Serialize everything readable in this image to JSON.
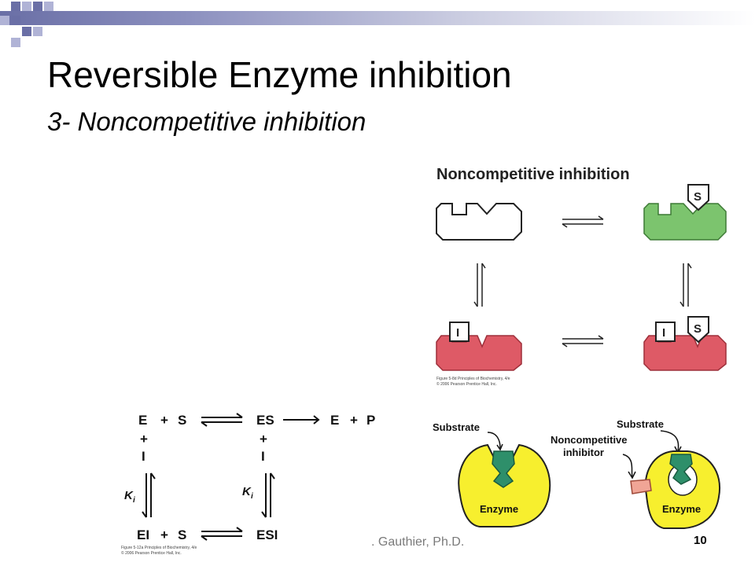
{
  "slide": {
    "title": "Reversible Enzyme inhibition",
    "subtitle": "3- Noncompetitive inhibition",
    "page_number": "10",
    "footer_author": ". Gauthier, Ph.D."
  },
  "figure_top": {
    "heading": "Noncompetitive inhibition",
    "substrate_symbol": "S",
    "inhibitor_symbol": "I",
    "caption_line1": "Figure 5-8d Principles of Biochemistry, 4/e",
    "caption_line2": "© 2006 Pearson Prentice Hall, Inc."
  },
  "scheme": {
    "row1_e": "E",
    "row1_plus": "+",
    "row1_s": "S",
    "row1_es": "ES",
    "row1_e2": "E",
    "row1_plus2": "+",
    "row1_p": "P",
    "plus_left": "+",
    "plus_right": "+",
    "i_left": "I",
    "i_right": "I",
    "ki_left": "K",
    "ki_right": "K",
    "ki_sub": "i",
    "row3_ei": "EI",
    "row3_plus": "+",
    "row3_s": "S",
    "row3_esi": "ESI",
    "caption_line1": "Figure 5-12a Principles of Biochemistry, 4/e",
    "caption_line2": "© 2006 Pearson Prentice Hall, Inc."
  },
  "cartoon": {
    "substrate_label_left": "Substrate",
    "enzyme_label_left": "Enzyme",
    "substrate_label_right": "Substrate",
    "inhibitor_label_line1": "Noncompetitive",
    "inhibitor_label_line2": "inhibitor",
    "enzyme_label_right": "Enzyme"
  },
  "colors": {
    "green": "#7cc46e",
    "red": "#de5a66",
    "yellow": "#f7ef2e",
    "deco": "#6a6fa6"
  }
}
